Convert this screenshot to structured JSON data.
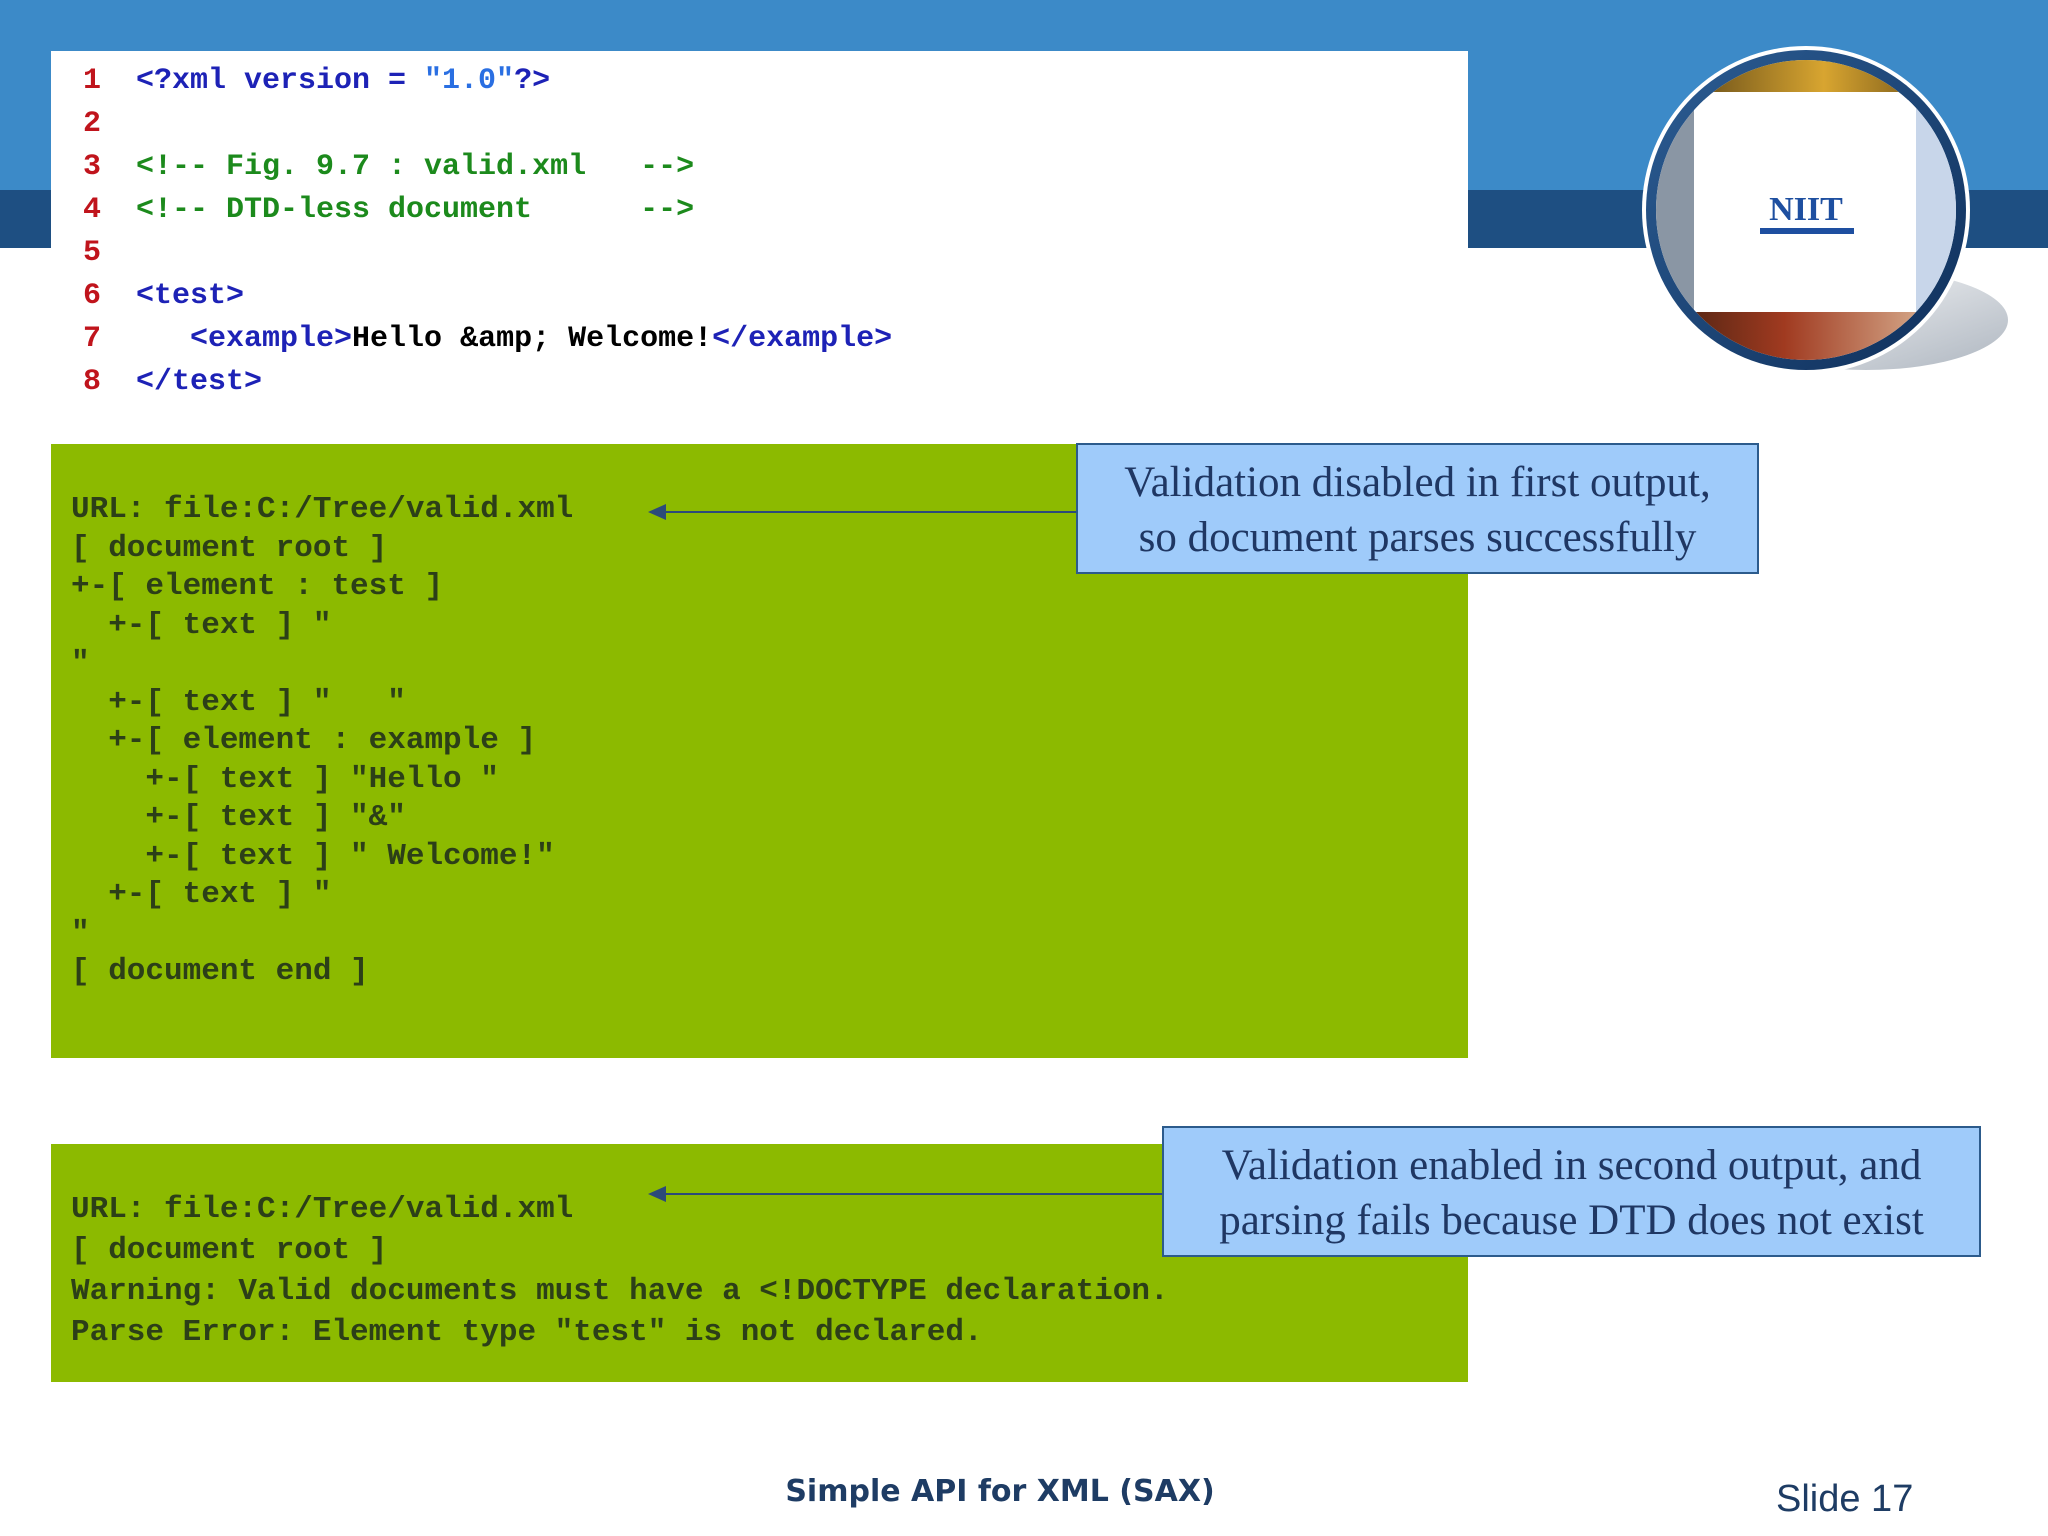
{
  "code_listing": {
    "lines": [
      {
        "num": "1",
        "parts": [
          {
            "t": "<?xml version = ",
            "c": "c-blue"
          },
          {
            "t": "\"1.0\"",
            "c": "c-lblue"
          },
          {
            "t": "?>",
            "c": "c-blue"
          }
        ]
      },
      {
        "num": "2",
        "parts": []
      },
      {
        "num": "3",
        "parts": [
          {
            "t": "<!-- Fig. 9.7 : valid.xml   -->",
            "c": "c-green"
          }
        ]
      },
      {
        "num": "4",
        "parts": [
          {
            "t": "<!-- DTD-less document      -->",
            "c": "c-green"
          }
        ]
      },
      {
        "num": "5",
        "parts": []
      },
      {
        "num": "6",
        "parts": [
          {
            "t": "<test>",
            "c": "c-blue"
          }
        ]
      },
      {
        "num": "7",
        "parts": [
          {
            "t": "   <example>",
            "c": "c-blue"
          },
          {
            "t": "Hello &amp; Welcome!",
            "c": "c-black"
          },
          {
            "t": "</example>",
            "c": "c-blue"
          }
        ]
      },
      {
        "num": "8",
        "parts": [
          {
            "t": "</test>",
            "c": "c-blue"
          }
        ]
      }
    ]
  },
  "output_one": {
    "lines": [
      "URL: file:C:/Tree/valid.xml",
      "[ document root ]",
      "+-[ element : test ]",
      "  +-[ text ] \"",
      "\"",
      "  +-[ text ] \"   \"",
      "  +-[ element : example ]",
      "    +-[ text ] \"Hello \"",
      "    +-[ text ] \"&\"",
      "    +-[ text ] \" Welcome!\"",
      "  +-[ text ] \"",
      "\"",
      "[ document end ]"
    ]
  },
  "output_two": {
    "lines": [
      "URL: file:C:/Tree/valid.xml",
      "[ document root ]",
      "Warning: Valid documents must have a <!DOCTYPE declaration.",
      "Parse Error: Element type \"test\" is not declared."
    ]
  },
  "callout_one": {
    "line1": "Validation disabled in first output,",
    "line2": "so document parses successfully"
  },
  "callout_two": {
    "line1": "Validation enabled in second output, and",
    "line2": "parsing fails because DTD does not exist"
  },
  "logo": {
    "text": "NIIT"
  },
  "footer": {
    "title": "Simple API for XML (SAX)",
    "slide": "Slide 17"
  },
  "colors": {
    "header_top": "#3c8ac8",
    "header_bottom": "#1e4f82",
    "output_bg": "#8cba00",
    "callout_bg": "#9fcbfa",
    "line_number": "#c0141c"
  }
}
